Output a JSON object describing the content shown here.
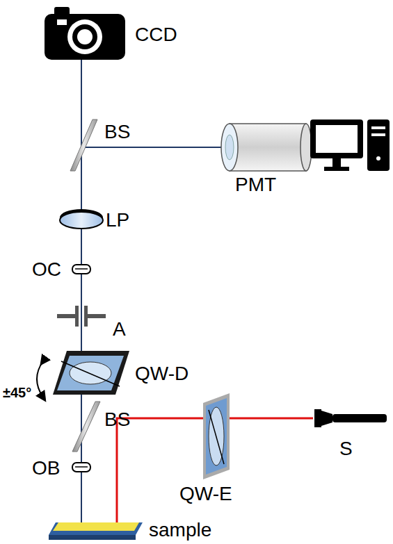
{
  "diagram": {
    "labels": [
      "CCD",
      "BS",
      "PMT",
      "LP",
      "OC",
      "A",
      "±45°",
      "QW-D",
      "BS",
      "OB",
      "QW-E",
      "S",
      "sample"
    ]
  }
}
